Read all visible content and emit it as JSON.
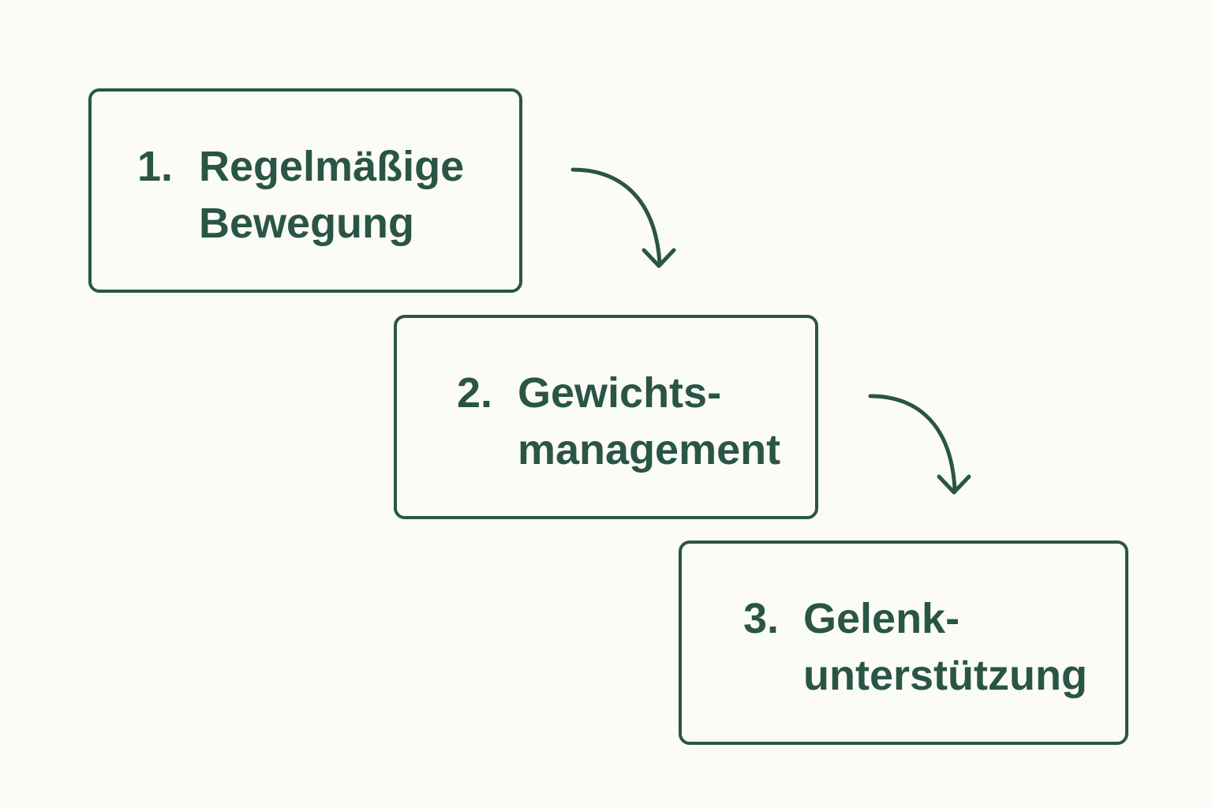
{
  "diagram": {
    "colors": {
      "stroke": "#2a5546",
      "text": "#2a5546",
      "background": "#fcfcf7"
    },
    "steps": [
      {
        "number": "1.",
        "line1": "Regelmäßige",
        "line2": "Bewegung"
      },
      {
        "number": "2.",
        "line1": "Gewichts-",
        "line2": "management"
      },
      {
        "number": "3.",
        "line1": "Gelenk-",
        "line2": "unterstützung"
      }
    ],
    "connectors": [
      {
        "from": 1,
        "to": 2,
        "icon": "curved-arrow-down-icon"
      },
      {
        "from": 2,
        "to": 3,
        "icon": "curved-arrow-down-icon"
      }
    ]
  }
}
